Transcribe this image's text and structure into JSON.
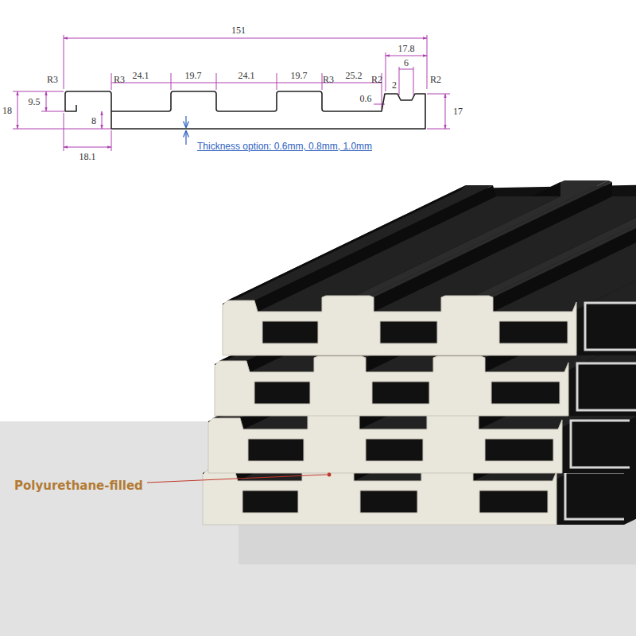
{
  "diagram": {
    "labels": [
      "151",
      "R3",
      "R3",
      "24.1",
      "19.7",
      "24.1",
      "19.7",
      "R3",
      "25.2",
      "R2",
      "17.8",
      "6",
      "R2",
      "18",
      "9.5",
      "0.6",
      "2",
      "8",
      "17",
      "18.1",
      "Thickness option: 0.6mm, 0.8mm, 1.0mm",
      "Polyurethane-filled"
    ]
  }
}
